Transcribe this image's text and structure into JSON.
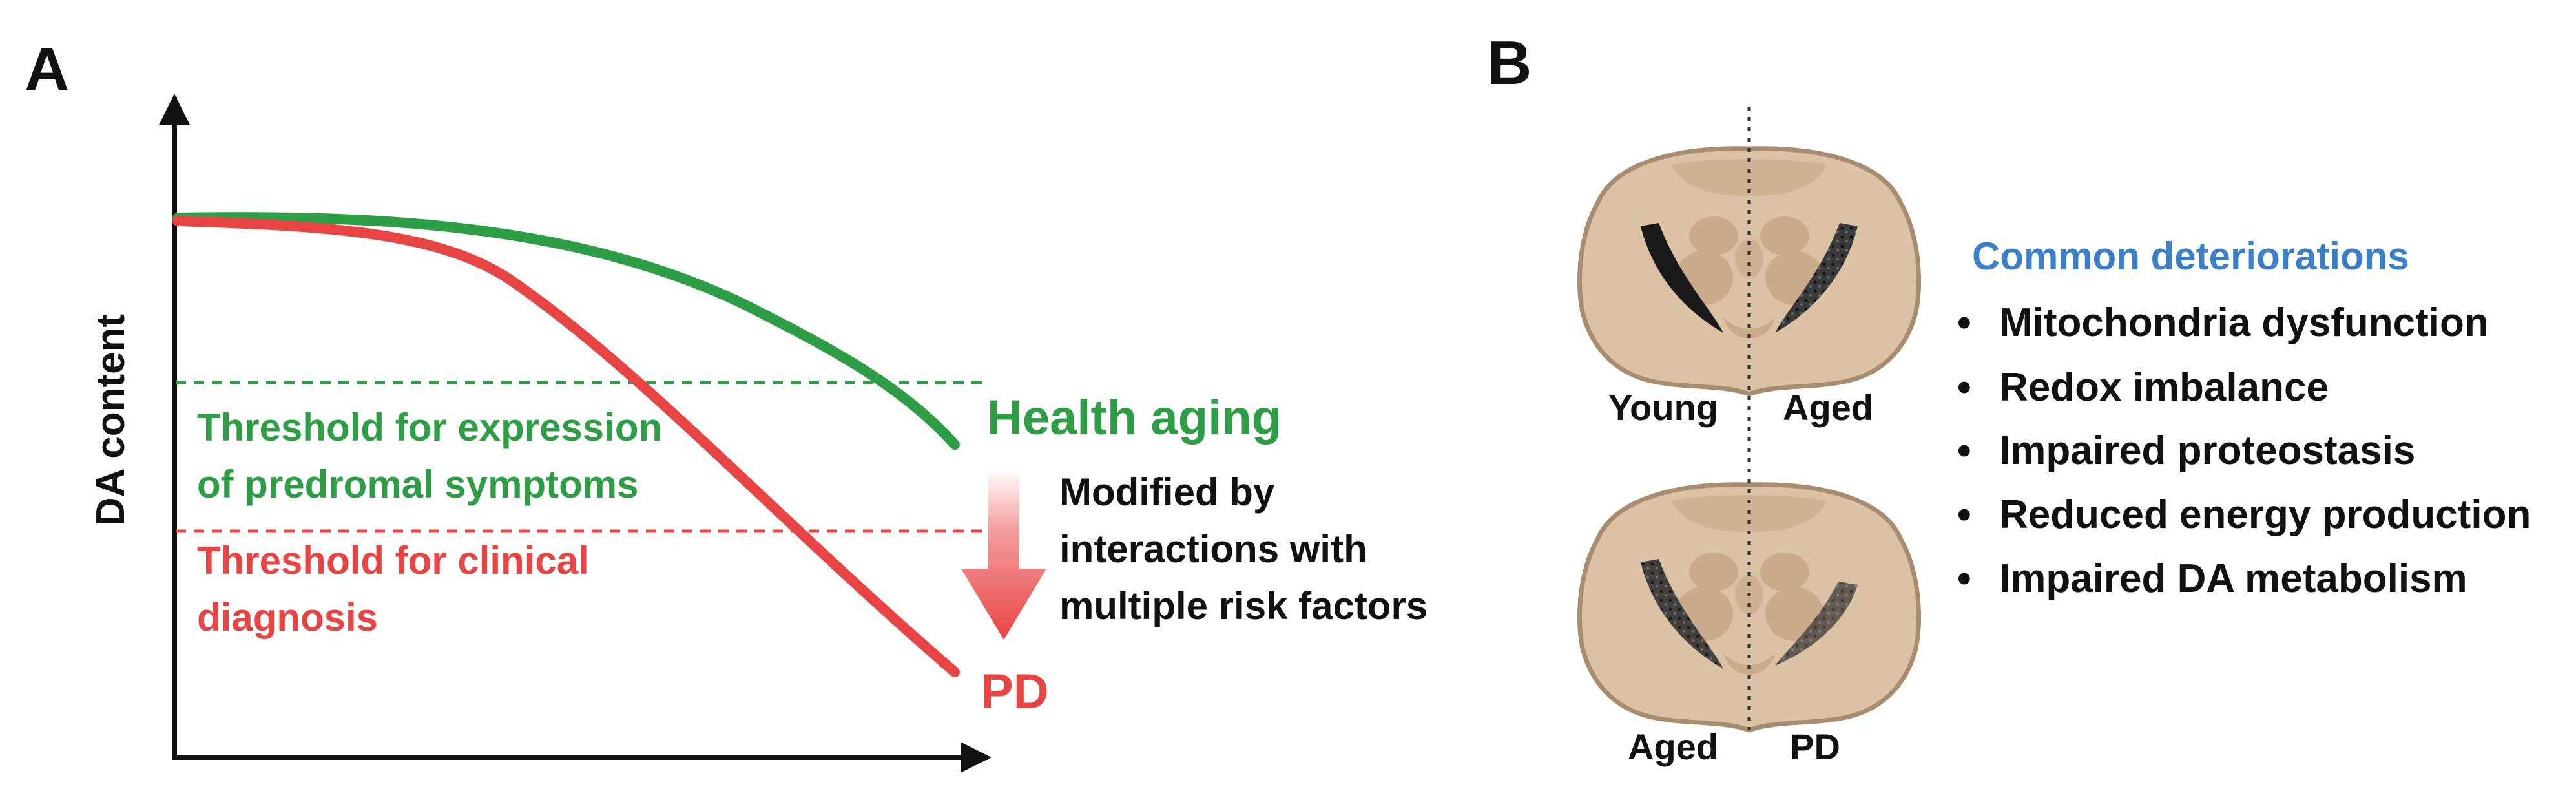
{
  "panel_a": {
    "letter": "A",
    "y_axis_label": "DA content",
    "curve_health_label": "Health aging",
    "curve_pd_label": "PD",
    "threshold_prodromal": [
      "Threshold for expression",
      "of predromal symptoms"
    ],
    "threshold_clinical": [
      "Threshold for clinical",
      "diagnosis"
    ],
    "modifier_text": [
      "Modified by",
      "interactions with",
      "multiple risk factors"
    ]
  },
  "panel_b": {
    "letter": "B",
    "top_left_label": "Young",
    "top_right_label": "Aged",
    "bottom_left_label": "Aged",
    "bottom_right_label": "PD",
    "list_title": "Common deteriorations",
    "items": [
      "Mitochondria dysfunction",
      "Redox imbalance",
      "Impaired proteostasis",
      "Reduced energy production",
      "Impaired DA metabolism"
    ]
  },
  "colors": {
    "green": "#2e9e46",
    "red": "#e94444",
    "blue": "#3a7fc8",
    "black": "#111111",
    "brain_fill": "#dcc2a4",
    "brain_outline": "#a88c70",
    "brain_inner": "#c9ab8b"
  }
}
